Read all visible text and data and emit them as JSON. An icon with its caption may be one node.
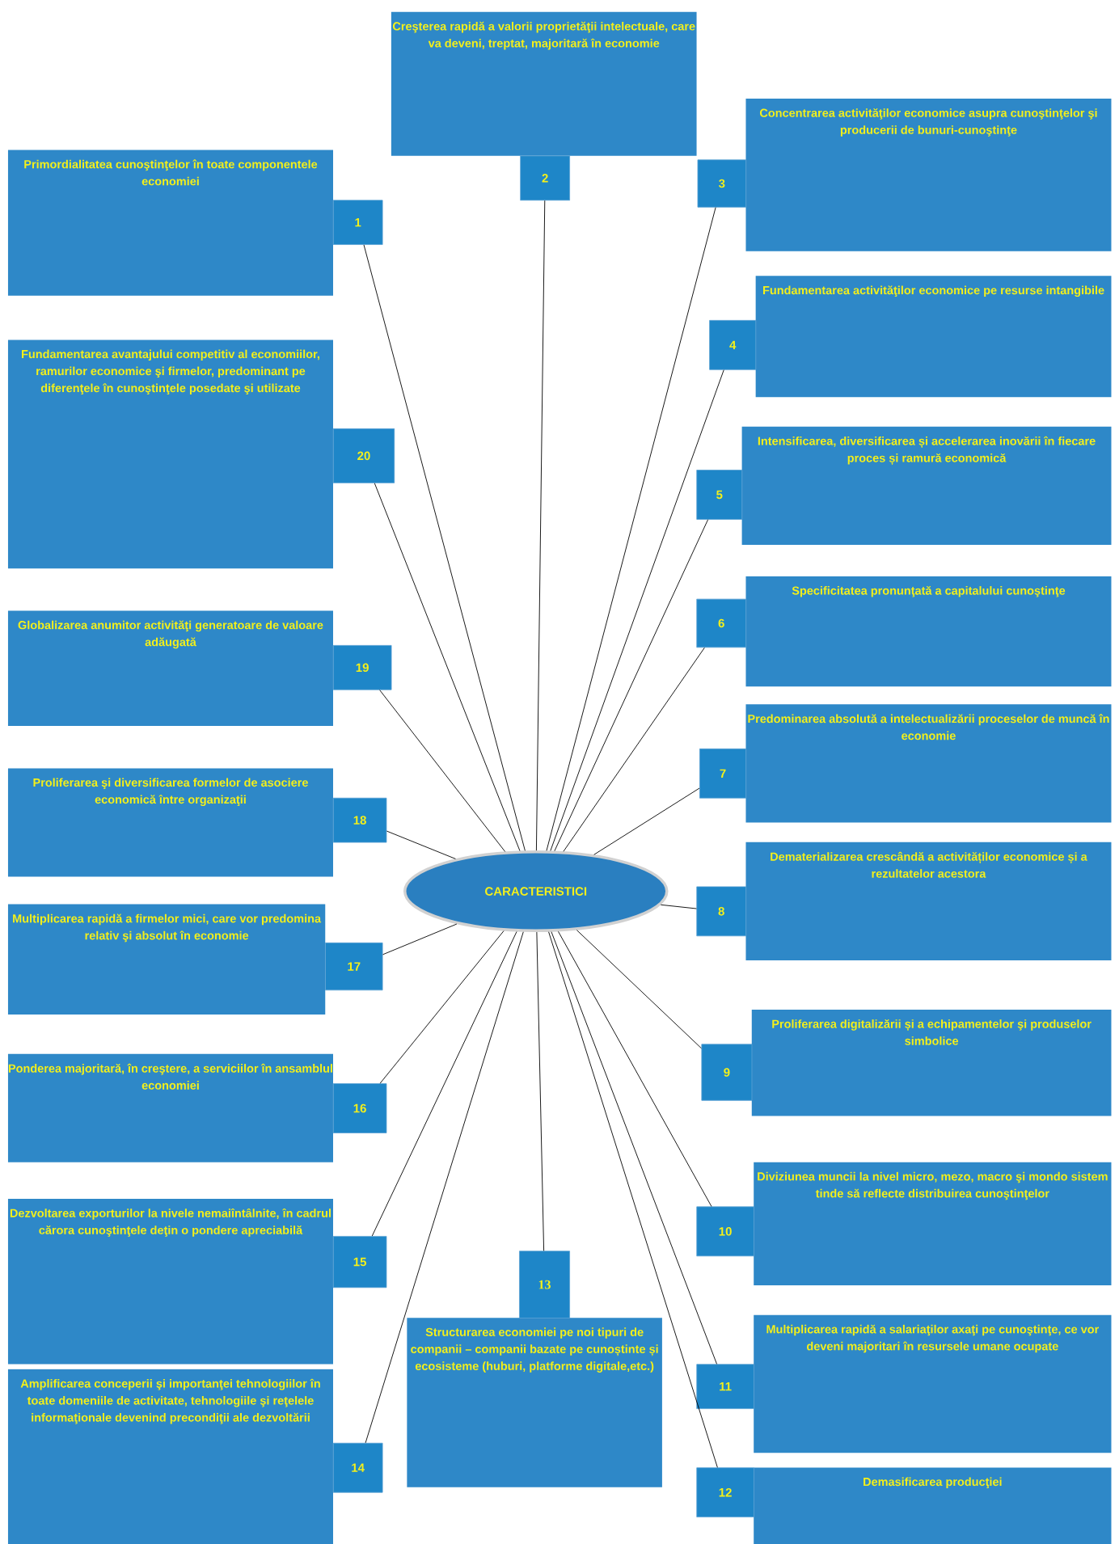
{
  "diagram": {
    "nodes": [
      {
        "text": [
          "CARACTERISTICI"
        ]
      },
      {
        "text": [
          "Primordialitatea cunoştinţelor în toate componentele economiei"
        ]
      },
      {
        "text": [
          "1"
        ]
      },
      {
        "text": [
          "Creşterea rapidă a valorii proprietăţii intelectuale, care va deveni, treptat, majoritară în economie"
        ]
      },
      {
        "text": [
          "2"
        ]
      },
      {
        "text": [
          "Concentrarea activităţilor economice asupra cunoştinţelor şi producerii de bunuri-cunoştinţe"
        ]
      },
      {
        "text": [
          "3"
        ]
      },
      {
        "text": [
          "Fundamentarea activităţilor economice pe resurse intangibile"
        ]
      },
      {
        "text": [
          "4"
        ]
      },
      {
        "text": [
          "Intensificarea, diversificarea și accelerarea inovării în fiecare proces și ramură economică"
        ]
      },
      {
        "text": [
          "5"
        ]
      },
      {
        "text": [
          "Specificitatea pronunţată a capitalului cunoştinţe"
        ]
      },
      {
        "text": [
          "6"
        ]
      },
      {
        "text": [
          "Predominarea absolută a intelectualizării proceselor de muncă în economie"
        ]
      },
      {
        "text": [
          "7"
        ]
      },
      {
        "text": [
          "Dematerializarea crescândă a activităților economice și a rezultatelor acestora"
        ]
      },
      {
        "text": [
          "8"
        ]
      },
      {
        "text": [
          "Proliferarea digitalizării și a echipamentelor şi produselor simbolice"
        ]
      },
      {
        "text": [
          "9"
        ]
      },
      {
        "text": [
          "Diviziunea muncii la nivel micro, mezo, macro şi mondo sistem tinde să reflecte distribuirea cunoştinţelor"
        ]
      },
      {
        "text": [
          "10"
        ]
      },
      {
        "text": [
          "Multiplicarea rapidă a salariaţilor axaţi pe cunoştinţe, ce vor deveni majoritari în resursele umane ocupate"
        ]
      },
      {
        "text": [
          "11"
        ]
      },
      {
        "text": [
          "Demasificarea producţiei"
        ]
      },
      {
        "text": [
          "12"
        ]
      },
      {
        "text": [
          "Structurarea economiei pe noi tipuri de companii – companii bazate pe cunoștinte și ecosisteme (huburi, platforme digitale,etc.)"
        ]
      },
      {
        "text": [
          "13"
        ]
      },
      {
        "text": [
          "Amplificarea conceperii şi importanţei tehnologiilor în toate domeniile de activitate, tehnologiile şi reţelele informaţionale devenind precondiţii ale dezvoltării"
        ]
      },
      {
        "text": [
          "14"
        ]
      },
      {
        "text": [
          "Dezvoltarea exporturilor la nivele nemaiîntâlnite, în cadrul cărora cunoştinţele deţin o pondere apreciabilă"
        ]
      },
      {
        "text": [
          "15"
        ]
      },
      {
        "text": [
          "Ponderea majoritară, în creştere, a serviciilor în ansamblul economiei"
        ]
      },
      {
        "text": [
          "16"
        ]
      },
      {
        "text": [
          "Multiplicarea rapidă a firmelor mici, care vor predomina relativ şi absolut în economie"
        ]
      },
      {
        "text": [
          "17"
        ]
      },
      {
        "text": [
          "Proliferarea şi diversificarea formelor de asociere economică între organizaţii"
        ]
      },
      {
        "text": [
          "18"
        ]
      },
      {
        "text": [
          "Globalizarea anumitor activităţi generatoare de valoare adăugată"
        ]
      },
      {
        "text": [
          "19"
        ]
      },
      {
        "text": [
          "Fundamentarea avantajului competitiv al economiilor, ramurilor economice şi firmelor, predominant pe diferenţele în cunoştinţele posedate şi utilizate"
        ]
      },
      {
        "text": [
          "20"
        ]
      }
    ],
    "edges": [
      {
        "from": 0,
        "to": 2,
        "arrow": "none"
      },
      {
        "from": 0,
        "to": 4,
        "arrow": "none"
      },
      {
        "from": 0,
        "to": 6,
        "arrow": "none"
      },
      {
        "from": 0,
        "to": 8,
        "arrow": "none"
      },
      {
        "from": 0,
        "to": 10,
        "arrow": "none"
      },
      {
        "from": 0,
        "to": 12,
        "arrow": "none"
      },
      {
        "from": 0,
        "to": 14,
        "arrow": "none"
      },
      {
        "from": 0,
        "to": 16,
        "arrow": "none"
      },
      {
        "from": 0,
        "to": 18,
        "arrow": "none"
      },
      {
        "from": 0,
        "to": 20,
        "arrow": "none"
      },
      {
        "from": 0,
        "to": 22,
        "arrow": "none"
      },
      {
        "from": 0,
        "to": 24,
        "arrow": "none"
      },
      {
        "from": 0,
        "to": 26,
        "arrow": "none"
      },
      {
        "from": 0,
        "to": 28,
        "arrow": "none"
      },
      {
        "from": 0,
        "to": 30,
        "arrow": "none"
      },
      {
        "from": 0,
        "to": 32,
        "arrow": "none"
      },
      {
        "from": 0,
        "to": 34,
        "arrow": "none"
      },
      {
        "from": 0,
        "to": 36,
        "arrow": "none"
      },
      {
        "from": 0,
        "to": 38,
        "arrow": "none"
      },
      {
        "from": 0,
        "to": 40,
        "arrow": "none"
      }
    ]
  }
}
